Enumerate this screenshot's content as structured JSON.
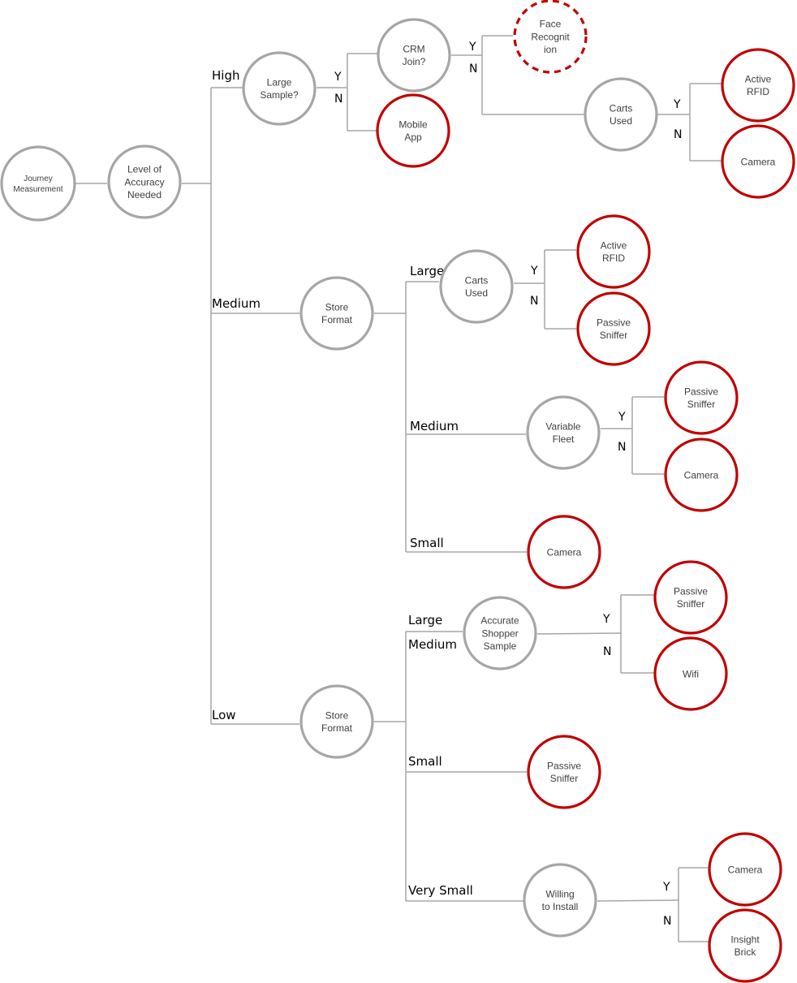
{
  "nodes": {
    "root": {
      "lines": [
        "Journey",
        "Measurement"
      ],
      "kind": "decision"
    },
    "accuracy": {
      "lines": [
        "Level of",
        "Accuracy",
        "Needed"
      ],
      "kind": "decision"
    },
    "large_sample": {
      "lines": [
        "Large",
        "Sample?"
      ],
      "kind": "decision"
    },
    "crm_join": {
      "lines": [
        "CRM",
        "Join?"
      ],
      "kind": "decision"
    },
    "face": {
      "lines": [
        "Face",
        "Recognit",
        "ion"
      ],
      "kind": "tentative"
    },
    "mobile_app": {
      "lines": [
        "Mobile",
        "App"
      ],
      "kind": "outcome"
    },
    "carts_used_high": {
      "lines": [
        "Carts",
        "Used"
      ],
      "kind": "decision"
    },
    "active_rfid_high": {
      "lines": [
        "Active",
        "RFID"
      ],
      "kind": "outcome"
    },
    "camera_high": {
      "lines": [
        "Camera"
      ],
      "kind": "outcome"
    },
    "store_format_med": {
      "lines": [
        "Store",
        "Format"
      ],
      "kind": "decision"
    },
    "carts_used_med": {
      "lines": [
        "Carts",
        "Used"
      ],
      "kind": "decision"
    },
    "active_rfid_med": {
      "lines": [
        "Active",
        "RFID"
      ],
      "kind": "outcome"
    },
    "passive_sniffer_med1": {
      "lines": [
        "Passive",
        "Sniffer"
      ],
      "kind": "outcome"
    },
    "variable_fleet": {
      "lines": [
        "Variable",
        "Fleet"
      ],
      "kind": "decision"
    },
    "passive_sniffer_med2": {
      "lines": [
        "Passive",
        "Sniffer"
      ],
      "kind": "outcome"
    },
    "camera_med1": {
      "lines": [
        "Camera"
      ],
      "kind": "outcome"
    },
    "camera_med_small": {
      "lines": [
        "Camera"
      ],
      "kind": "outcome"
    },
    "store_format_low": {
      "lines": [
        "Store",
        "Format"
      ],
      "kind": "decision"
    },
    "accurate_shopper": {
      "lines": [
        "Accurate",
        "Shopper",
        "Sample"
      ],
      "kind": "decision"
    },
    "passive_sniffer_low1": {
      "lines": [
        "Passive",
        "Sniffer"
      ],
      "kind": "outcome"
    },
    "wifi": {
      "lines": [
        "Wifi"
      ],
      "kind": "outcome"
    },
    "passive_sniffer_low_small": {
      "lines": [
        "Passive",
        "Sniffer"
      ],
      "kind": "outcome"
    },
    "willing": {
      "lines": [
        "Willing",
        "to Install"
      ],
      "kind": "decision"
    },
    "camera_low": {
      "lines": [
        "Camera"
      ],
      "kind": "outcome"
    },
    "insight_brick": {
      "lines": [
        "Insight",
        "Brick"
      ],
      "kind": "outcome"
    }
  },
  "edge_labels": {
    "high": "High",
    "medium": "Medium",
    "low": "Low",
    "med_large": "Large",
    "med_medium": "Medium",
    "med_small": "Small",
    "low_large": "Large",
    "low_medium": "Medium",
    "low_small": "Small",
    "low_very_small": "Very Small"
  },
  "yes": "Y",
  "no": "N",
  "colors": {
    "decision_stroke": "#a6a6a6",
    "outcome_stroke": "#c00000",
    "connector": "#a6a6a6"
  }
}
